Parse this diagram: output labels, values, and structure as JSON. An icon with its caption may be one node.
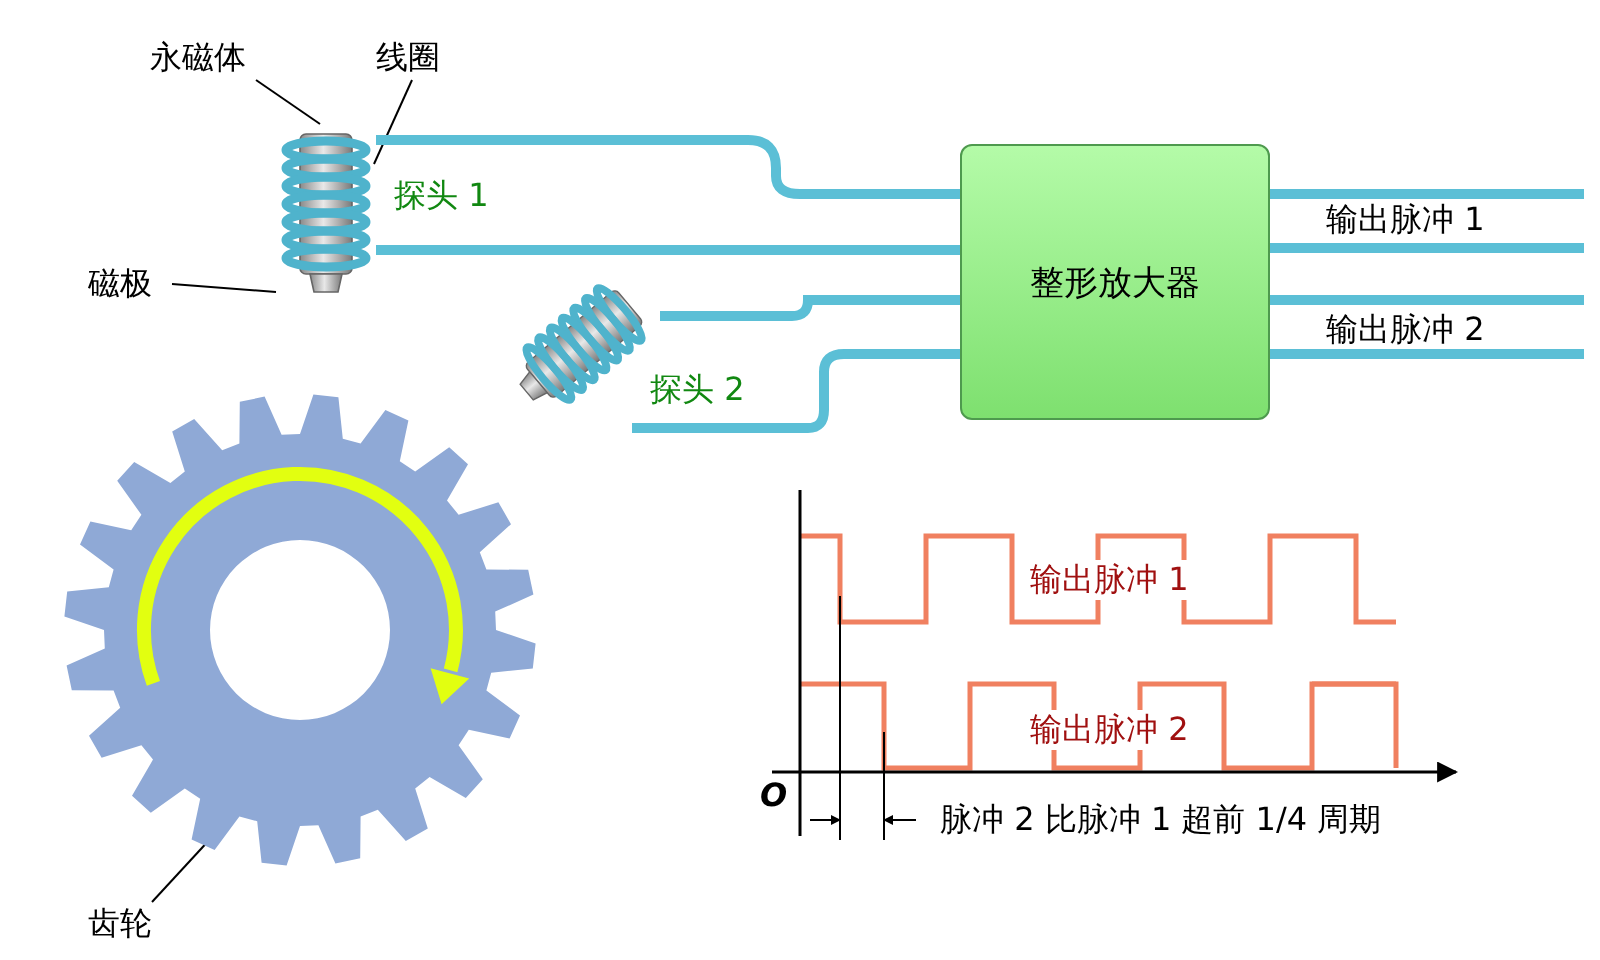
{
  "diagram": {
    "nodes": [
      {
        "text": [
          "永磁体"
        ]
      },
      {
        "text": [
          "线圈"
        ]
      },
      {
        "text": [
          "磁极"
        ]
      },
      {
        "text": [
          "齿轮"
        ]
      },
      {
        "text": [],
        "shape": "picture",
        "beside": [
          "探头 1"
        ]
      },
      {
        "text": [],
        "shape": "picture",
        "beside": [
          "探头 2"
        ]
      },
      {
        "text": [],
        "shape": "picture"
      },
      {
        "text": [
          "整形放大器"
        ]
      }
    ],
    "edges": [
      {
        "from": 0,
        "to": 4,
        "arrow": "none"
      },
      {
        "from": 1,
        "to": 4,
        "arrow": "none"
      },
      {
        "from": 2,
        "to": 4,
        "arrow": "none"
      },
      {
        "from": 3,
        "to": 6,
        "arrow": "none"
      },
      {
        "from": 4,
        "to": 7,
        "arrow": "none",
        "style": "thick",
        "color": "#5bbfd6"
      },
      {
        "from": 4,
        "to": 7,
        "arrow": "none",
        "style": "thick",
        "color": "#5bbfd6"
      },
      {
        "from": 5,
        "to": 7,
        "arrow": "none",
        "style": "thick",
        "color": "#5bbfd6"
      },
      {
        "from": 5,
        "to": 7,
        "arrow": "none",
        "style": "thick",
        "color": "#5bbfd6"
      }
    ],
    "labels": [
      "输出脉冲 1",
      "输出脉冲 2",
      "输出脉冲 1",
      "输出脉冲 2",
      "O",
      "脉冲 2 比脉冲 1 超前 1/4 周期"
    ]
  }
}
